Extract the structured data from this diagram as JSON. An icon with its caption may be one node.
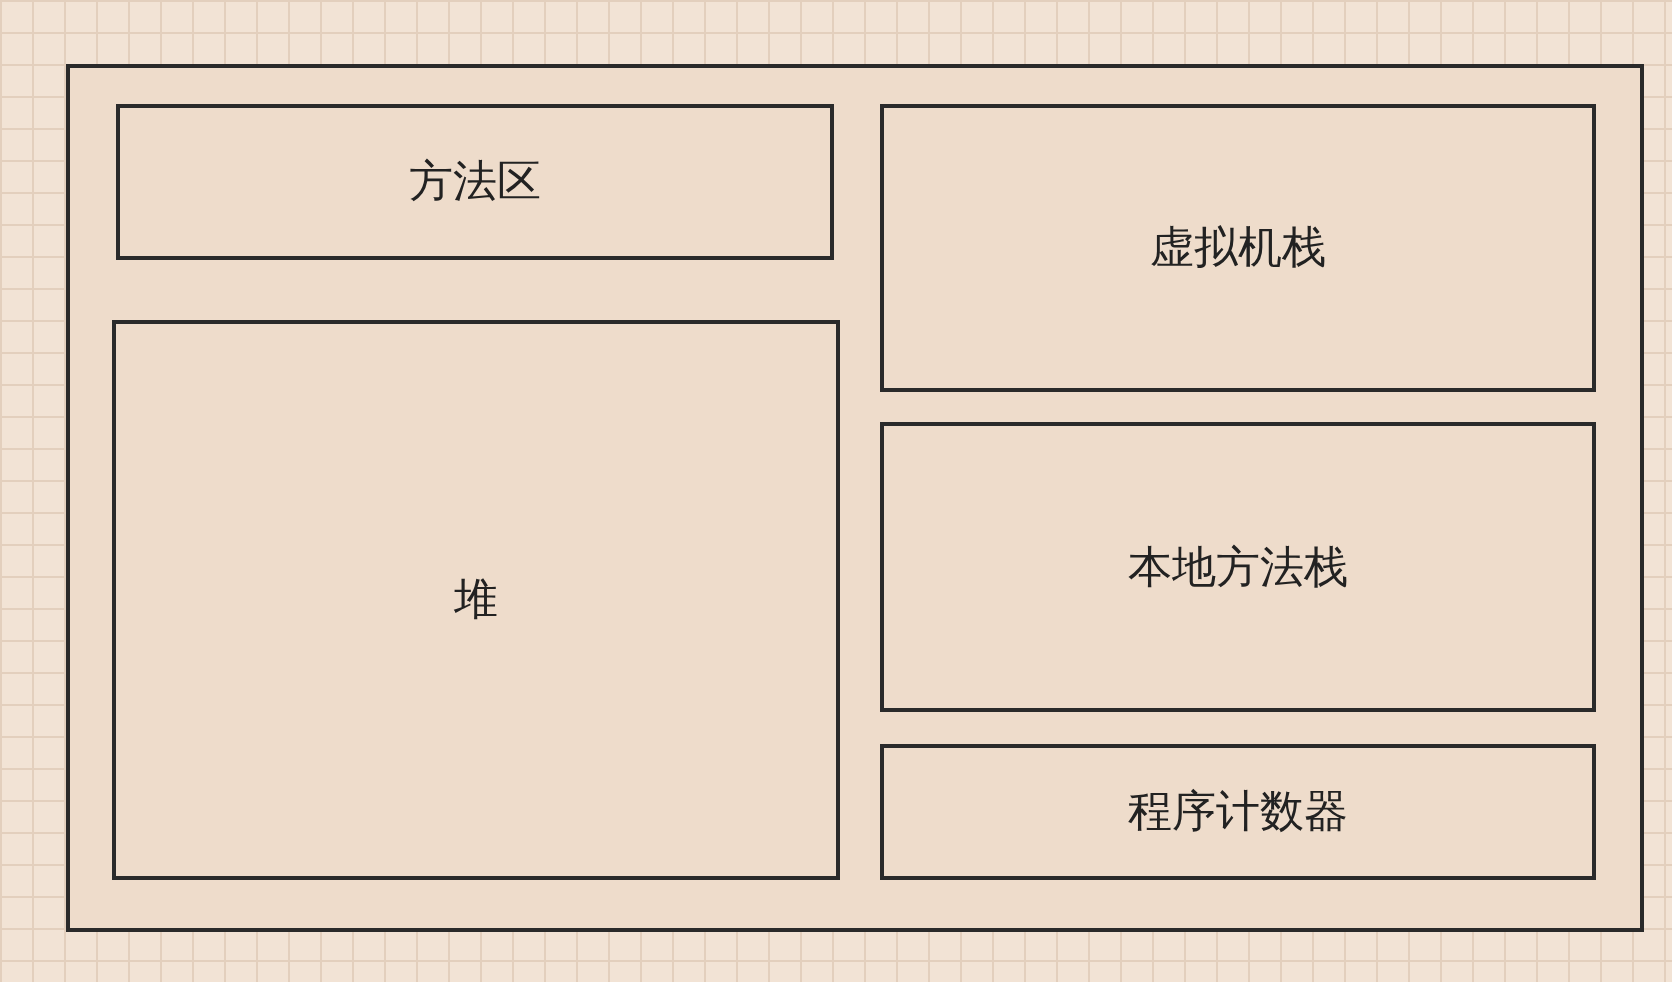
{
  "diagram": {
    "nodes": [
      {
        "text": [],
        "shape": "box"
      },
      {
        "text": [
          "方法区"
        ],
        "in": 0
      },
      {
        "text": [
          "堆"
        ],
        "in": 0
      },
      {
        "text": [
          "虚拟机栈"
        ],
        "in": 0
      },
      {
        "text": [
          "本地方法栈"
        ],
        "in": 0
      },
      {
        "text": [
          "程序计数器"
        ],
        "in": 0
      }
    ]
  }
}
